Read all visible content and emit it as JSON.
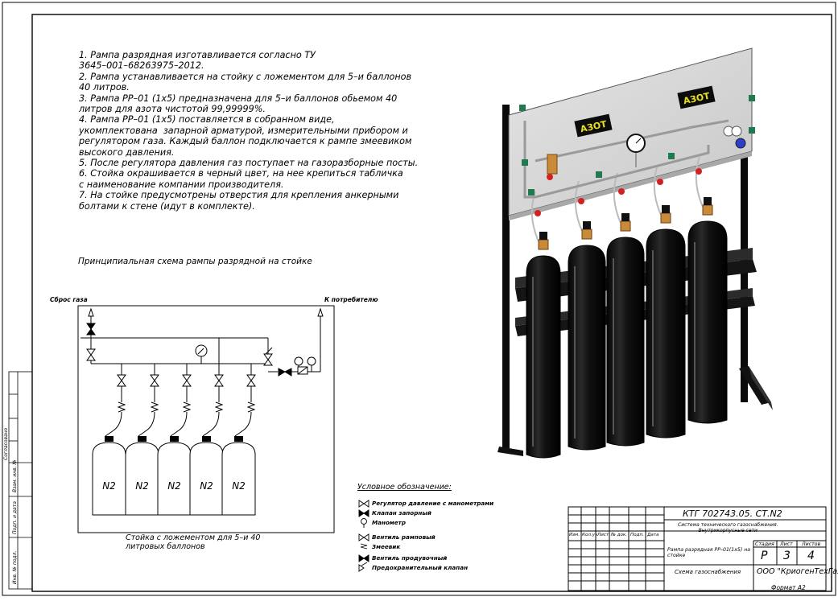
{
  "notes": [
    "1. Рампа разрядная изготавливается согласно ТУ\n3645–001–68263975–2012.",
    "2. Рампа устанавливается на стойку с ложементом для 5–и баллонов\n40 литров.",
    "3. Рампа РР–01 (1х5) предназначена для 5–и баллонов обьемом 40\nлитров для азота чистотой 99,99999%.",
    "4. Рампа РР–01 (1х5) поставляется в собранном виде,\nукомплектована  запарной арматурой, измерительными прибором и\nрегулятором газа. Каждый баллон подключается к рампе змеевиком\nвысокого давления.",
    "5. После регулятора давления газ поступает на газоразборные посты.",
    "6. Стойка окрашивается в черный цвет, на нее крепиться табличка\nс наименование компании производителя.",
    "7. На стойке предусмотрены отверстия для крепления анкерными\nболтами к стене (идут в комплекте)."
  ],
  "scheme": {
    "title": "Принципиальная схема рампы разрядной на стойке",
    "gas_release": "Сброс газа",
    "to_consumer": "К потребителю",
    "cylinder_label": "N2",
    "stand_caption": "Стойка с ложементом для 5–и 40\nлитровых баллонов"
  },
  "panel_signs": [
    "АЗОТ",
    "АЗОТ"
  ],
  "legend": {
    "title": "Условное обозначение:",
    "items": [
      "Регулятор давление с манометрами",
      "Клапан запорный",
      "Манометр",
      "Вентиль рамповый",
      "Змеевик",
      "Вентиль продувочный",
      "Предохранительный клапан"
    ]
  },
  "side_stamp": [
    "Согласовано",
    "Взам. инв. №",
    "Подп. и дата",
    "Инв. № подл."
  ],
  "title_block": {
    "doc_code": "КТГ 702743.05. СТ.N2",
    "system": "Система технического газоснабжения.\nВнутрикорпусные сети",
    "col_headers": [
      "Изм.",
      "Кол.уч",
      "Лист",
      "№ док.",
      "Подп.",
      "Дата"
    ],
    "item_title": "Рампа разрядная РР–01(1х5) на\nстойке",
    "stage_header": "Стадия",
    "sheet_header": "Лист",
    "sheets_header": "Листов",
    "stage": "Р",
    "sheet": "3",
    "sheets": "4",
    "drawing_name": "Схема газоснабжения",
    "company": "ООО \"КриогенТехГаз\"",
    "format": "Формат  А2"
  },
  "colors": {
    "sign_bg": "#0c0c0c",
    "sign_text": "#e8e020",
    "valve_red": "#d42020",
    "valve_green": "#1f7a50",
    "panel": "#d6d6d6"
  }
}
